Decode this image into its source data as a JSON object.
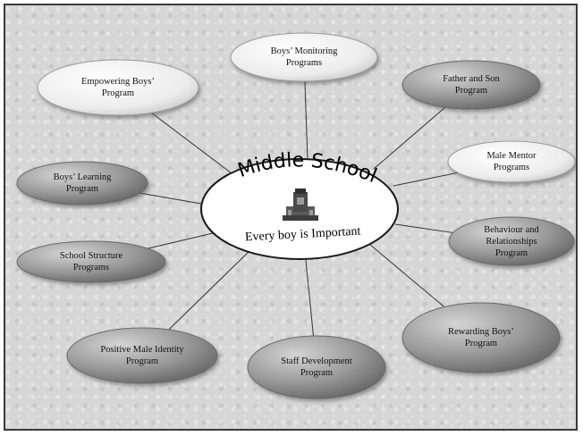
{
  "center": {
    "title": "Middle School",
    "subtitle": "Every boy is Important",
    "emblem": "school-crest-icon"
  },
  "programs": [
    {
      "id": "boys-monitoring",
      "label": "Boys’ Monitoring\nPrograms"
    },
    {
      "id": "father-son",
      "label": "Father and Son\nProgram"
    },
    {
      "id": "male-mentor",
      "label": "Male Mentor\nPrograms"
    },
    {
      "id": "behaviour-relationships",
      "label": "Behaviour and\nRelationships\nProgram"
    },
    {
      "id": "rewarding-boys",
      "label": "Rewarding Boys’\nProgram"
    },
    {
      "id": "staff-development",
      "label": "Staff Development\nProgram"
    },
    {
      "id": "positive-male-identity",
      "label": "Positive Male Identity\nProgram"
    },
    {
      "id": "school-structure",
      "label": "School Structure\nPrograms"
    },
    {
      "id": "boys-learning",
      "label": "Boys’ Learning\nProgram"
    },
    {
      "id": "empowering-boys",
      "label": "Empowering Boys’\nProgram"
    }
  ],
  "colors": {
    "light_node": "#ebebeb",
    "dark_node": "#8c8c8c",
    "line": "#333333",
    "background": "#d6d6d6"
  }
}
